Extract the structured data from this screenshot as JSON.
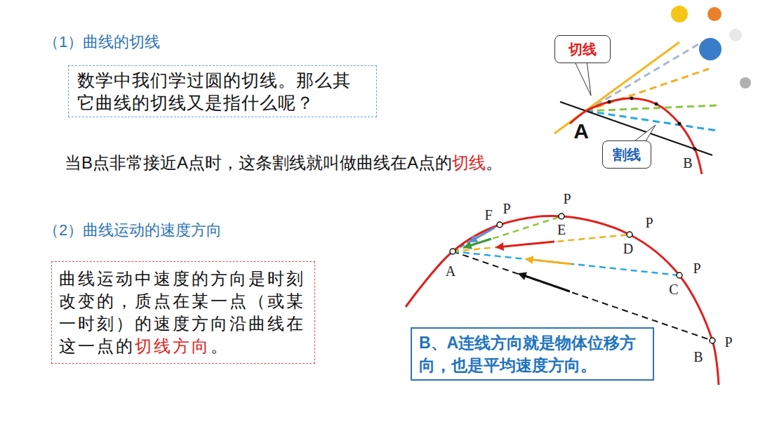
{
  "diagram": {
    "nodes": [
      {
        "text": [
          "数学中我们学过圆的切线。那么其它曲线的切线又是指什么呢？"
        ]
      },
      {
        "text": [
          "切线"
        ]
      },
      {
        "text": [
          "割线"
        ]
      },
      {
        "text": [
          "曲线运动中速度的方向是时刻改变的，质点在某一点（或某一时刻）的速度方向沿曲线在这一点的",
          "切线方向",
          "。"
        ]
      },
      {
        "text": [
          "B、A连线方向就是物体位移方向，也是平均速度方向。"
        ]
      }
    ],
    "labels": [
      "（1）曲线的切线",
      "当B点非常接近A点时，这条割线就叫做曲线在A点的",
      "切线",
      "。",
      "A",
      "B",
      "（2）曲线运动的速度方向",
      "P",
      "F",
      "P",
      "E",
      "P",
      "D",
      "P",
      "C",
      "P",
      "B",
      "A"
    ]
  }
}
